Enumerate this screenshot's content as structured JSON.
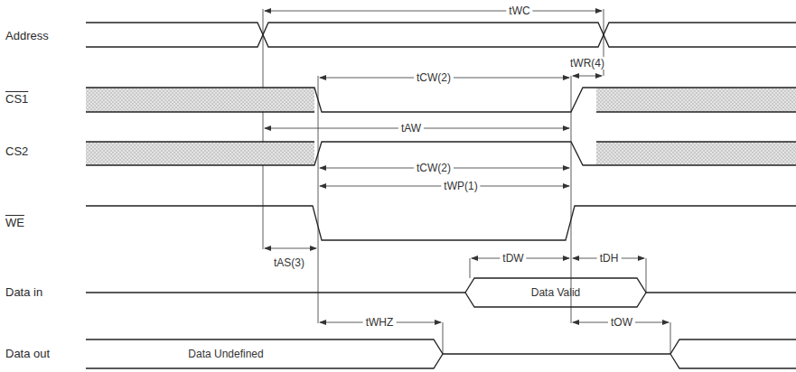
{
  "diagram": {
    "labels": [
      "Address",
      "tWC",
      "tWR(4)",
      "CS1",
      "tCW(2)",
      "tAW",
      "CS2",
      "tCW(2)",
      "WE",
      "tWP(1)",
      "tAS(3)",
      "tDW",
      "tDH",
      "Data in",
      "Data Valid",
      "tWHZ",
      "tOW",
      "Data out",
      "Data Undefined"
    ]
  }
}
